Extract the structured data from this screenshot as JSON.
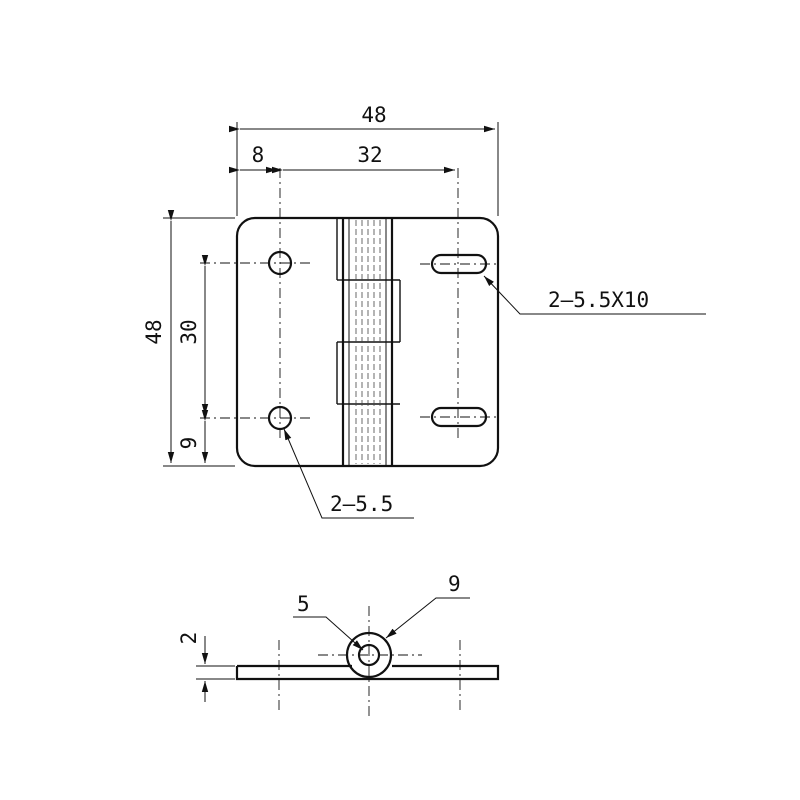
{
  "drawing": {
    "dimensions": {
      "overall_width": "48",
      "edge_to_hole": "8",
      "hole_spacing_horizontal": "32",
      "overall_height": "48",
      "hole_spacing_vertical": "30",
      "hole_from_bottom": "9",
      "slot_callout": "2—5.5X10",
      "hole_callout": "2—5.5",
      "plate_thickness": "2",
      "pin_diameter": "5",
      "knuckle_diameter": "9"
    }
  }
}
